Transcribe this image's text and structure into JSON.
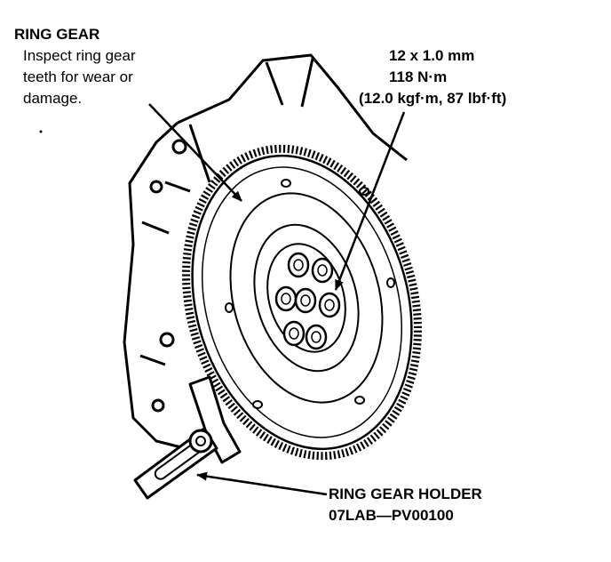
{
  "ring_gear": {
    "title": "RING GEAR",
    "note_lines": [
      "Inspect ring gear",
      "teeth for wear or",
      "damage."
    ]
  },
  "bolt_spec": {
    "lines": [
      "12 x 1.0 mm",
      "118 N·m",
      "(12.0 kgf·m, 87 lbf·ft)"
    ]
  },
  "holder": {
    "title": "RING GEAR HOLDER",
    "part_number": "07LAB—PV00100"
  },
  "colors": {
    "line": "#000000",
    "background": "#ffffff"
  }
}
